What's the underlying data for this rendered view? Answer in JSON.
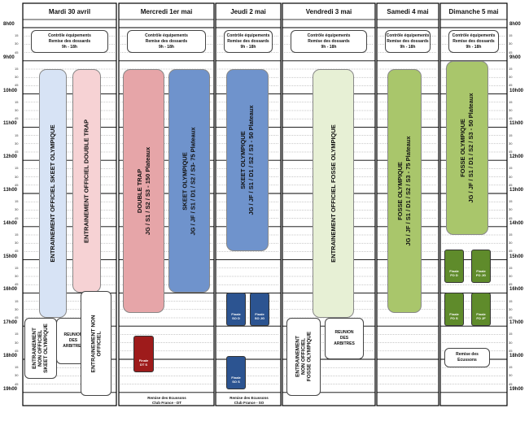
{
  "days": [
    {
      "label": "Mardi 30 avril"
    },
    {
      "label": "Mercredi 1er mai"
    },
    {
      "label": "Jeudi 2 mai"
    },
    {
      "label": "Vendredi 3 mai"
    },
    {
      "label": "Samedi 4 mai"
    },
    {
      "label": "Dimanche 5 mai"
    }
  ],
  "hours": [
    "8h00",
    "9h00",
    "10h00",
    "11h00",
    "12h00",
    "13h00",
    "14h00",
    "15h00",
    "16h00",
    "17h00",
    "18h00",
    "19h00"
  ],
  "quarter_ticks": [
    "15",
    "30",
    "45"
  ],
  "colors": {
    "blue_light": "#d7e3f5",
    "pink": "#f6d2d4",
    "red": "#e6a5a8",
    "blue": "#6f93cc",
    "green_light": "#e7f0d5",
    "green": "#a9c66b",
    "navy_small": "#2c5491",
    "dark_red_small": "#9e1b1b",
    "olive_small": "#5f8b2b"
  },
  "control_box": {
    "line1": "Contrôle équipements",
    "line2": "Remise des dossards",
    "line3": "9h - 18h"
  },
  "blocks": {
    "mardi_skeet_officiel": "ENTRAINEMENT OFFICIEL SKEET OLYMPIQUE",
    "mardi_dt_officiel": "ENTRAINEMENT OFFICIEL DOUBLE TRAP",
    "mardi_skeet_non_officiel": "ENTRAINEMENT\nNON OFFICIEL\nSKEET OLYMPIQUE",
    "mardi_reunion": "REUNION\nDES\nARBITRES",
    "mardi_dt_non_officiel": "ENTRAINEMENT NON\nOFFICIEL",
    "mercredi_dt": "DOUBLE TRAP\nJG / S1 / S2 / S3 - 150 Plateaux",
    "mercredi_skeet": "SKEET OLYMPIQUE\nJG / JF / S1 / D1 / S2 / S3- 75 Plateaux",
    "mercredi_finale": "Finale\nDT S",
    "jeudi_skeet": "SKEET OLYMPIQUE\nJG / JF / S1 / D1 / S2 / S3 - 50 Plateaux",
    "jeudi_finale_sod": "Finale\nSO D",
    "jeudi_finale_sojg": "Finale\nSO JG",
    "jeudi_finale_sos": "Finale\nSO S",
    "vendredi_fosse_officiel": "ENTRAINEMENT OFFICIEL FOSSE OLYMPIQUE",
    "vendredi_fosse_non_officiel": "ENTRAINEMENT\nNON OFFICIEL\nFOSSE OLYMPIQUE",
    "vendredi_reunion": "REUNION\nDES\nARBITRES",
    "samedi_fosse": "FOSSE OLYMPIQUE\nJG / JF / S1 / D1 / S2 / S3 - 75 Plateaux",
    "dimanche_fosse": "FOSSE OLYMPIQUE\nJG / JF / S1 / D1 / S2 / S3 - 50 Plateaux",
    "dimanche_finale_fod": "Finale\nFO D",
    "dimanche_finale_fojg": "Finale\nFO JG",
    "dimanche_finale_fos": "Finale\nFO S",
    "dimanche_finale_fojf": "Finale\nFO JF",
    "dimanche_ecussons": "Remise des\nEcussons",
    "mercredi_ecussons": "Remise des Ecussons\nClub France - DT",
    "jeudi_ecussons": "Remise des Ecussons\nClub France - SO"
  }
}
